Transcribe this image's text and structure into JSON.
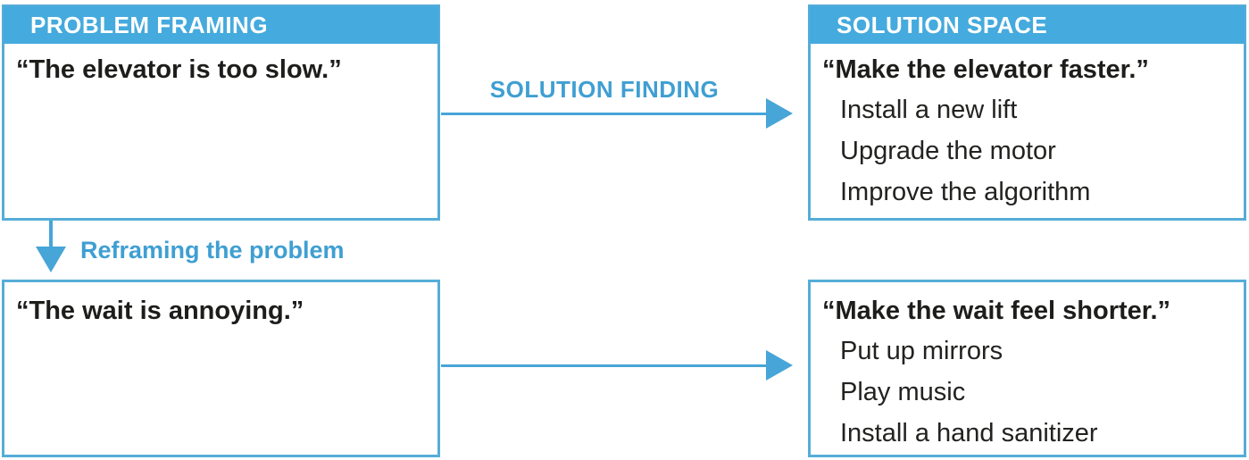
{
  "headers": {
    "problem_framing": "PROBLEM FRAMING",
    "solution_space": "SOLUTION SPACE"
  },
  "row1": {
    "problem_quote": "“The elevator is too slow.”",
    "arrow_label": "SOLUTION FINDING",
    "solution_quote": "“Make the elevator faster.”",
    "solution_items": [
      "Install a new lift",
      "Upgrade the motor",
      "Improve the algorithm"
    ]
  },
  "reframing": {
    "label": "Reframing the problem"
  },
  "row2": {
    "problem_quote": "“The wait is annoying.”",
    "solution_quote": "“Make the wait feel shorter.”",
    "solution_items": [
      "Put up mirrors",
      "Play music",
      "Install a hand sanitizer"
    ]
  },
  "colors": {
    "header_blue": "#45aadd",
    "border_blue": "#56add8",
    "arrow_blue": "#47a5d8",
    "label_blue": "#3f9fd2",
    "text_black": "#1d1d1b"
  }
}
